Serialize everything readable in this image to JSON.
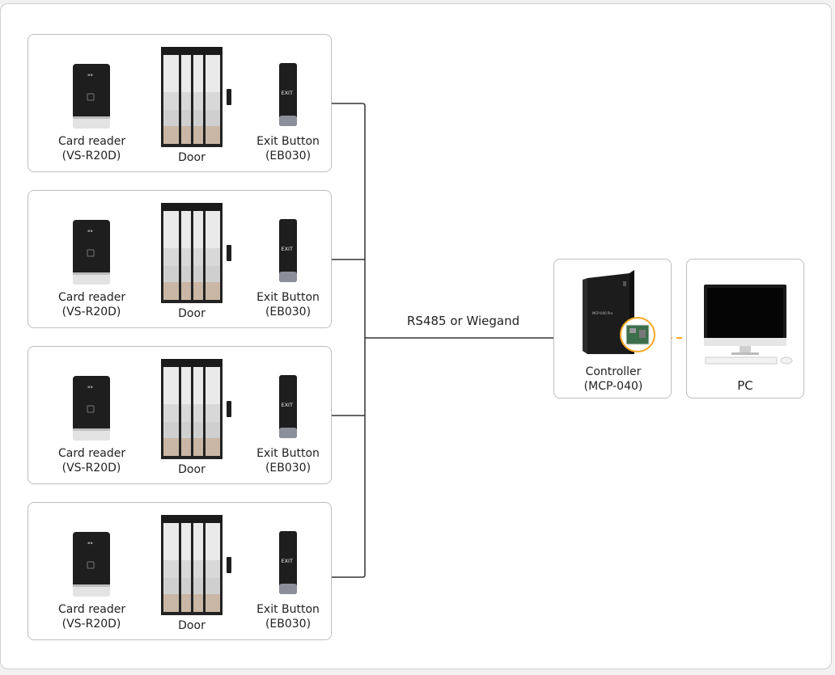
{
  "doors": [
    {
      "reader_label": "Card reader",
      "reader_model": "(VS-R20D)",
      "door_label": "Door",
      "exit_label": "Exit Button",
      "exit_model": "(EB030)",
      "exit_text": "EXIT"
    },
    {
      "reader_label": "Card reader",
      "reader_model": "(VS-R20D)",
      "door_label": "Door",
      "exit_label": "Exit Button",
      "exit_model": "(EB030)",
      "exit_text": "EXIT"
    },
    {
      "reader_label": "Card reader",
      "reader_model": "(VS-R20D)",
      "door_label": "Door",
      "exit_label": "Exit Button",
      "exit_model": "(EB030)",
      "exit_text": "EXIT"
    },
    {
      "reader_label": "Card reader",
      "reader_model": "(VS-R20D)",
      "door_label": "Door",
      "exit_label": "Exit Button",
      "exit_model": "(EB030)",
      "exit_text": "EXIT"
    }
  ],
  "bus_label": "RS485 or Wiegand",
  "controller": {
    "label": "Controller",
    "model": "(MCP-040)",
    "device_text": "MCP-040 Pro"
  },
  "pc": {
    "label": "PC"
  },
  "colors": {
    "link_dashed": "#f5a623",
    "wire": "#333333",
    "border": "#bdbdbd"
  }
}
